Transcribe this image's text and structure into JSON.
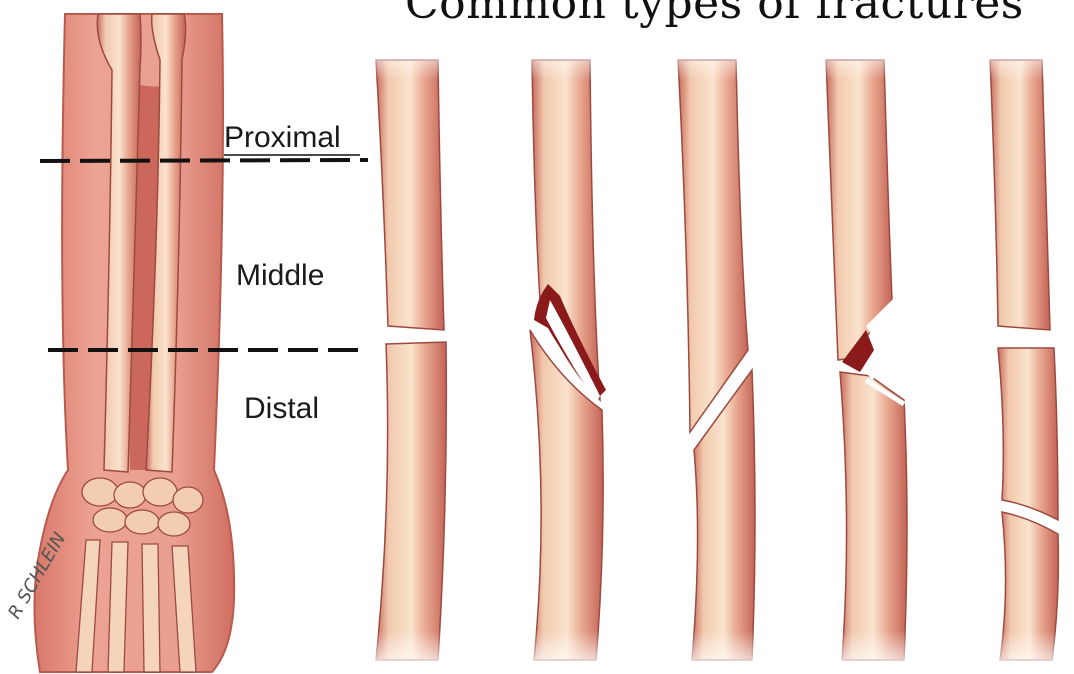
{
  "title": "Common types of fractures",
  "sections": {
    "proximal": "Proximal",
    "middle": "Middle",
    "distal": "Distal"
  },
  "artist_signature": "R SCHLEIN",
  "colors": {
    "skin": "#e8958a",
    "bone": "#f4d2b8",
    "bone_shadow": "#c9675a",
    "fracture_gap": "#ffffff",
    "blood": "#8b1a1a"
  }
}
